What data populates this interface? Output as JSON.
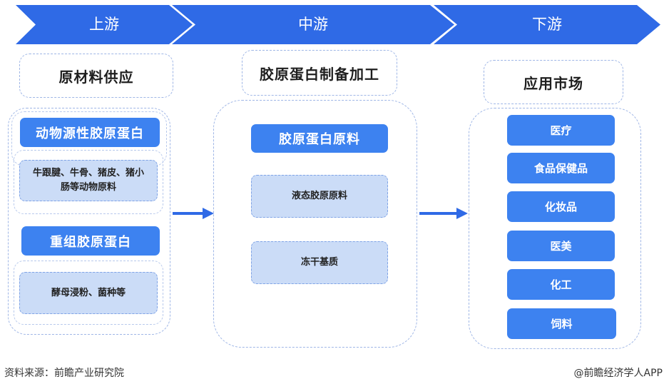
{
  "stages": {
    "upstream": "上游",
    "midstream": "中游",
    "downstream": "下游"
  },
  "upstream": {
    "header": "原材料供应",
    "groups": [
      {
        "title": "动物源性胶原蛋白",
        "detail": "牛跟腱、牛骨、猪皮、猪小肠等动物原料"
      },
      {
        "title": "重组胶原蛋白",
        "detail": "酵母浸粉、菌种等"
      }
    ]
  },
  "midstream": {
    "header": "胶原蛋白制备加工",
    "title": "胶原蛋白原料",
    "items": [
      "液态胶原原料",
      "冻干基质"
    ]
  },
  "downstream": {
    "header": "应用市场",
    "items": [
      "医疗",
      "食品保健品",
      "化妆品",
      "医美",
      "化工",
      "饲料"
    ]
  },
  "footer": {
    "source": "资料来源：前瞻产业研究院",
    "credit": "@前瞻经济学人APP"
  },
  "colors": {
    "banner": "#2f6ae6",
    "button": "#3d82f0",
    "light_fill": "#cbdcf7",
    "dash": "#9fb6e6"
  }
}
